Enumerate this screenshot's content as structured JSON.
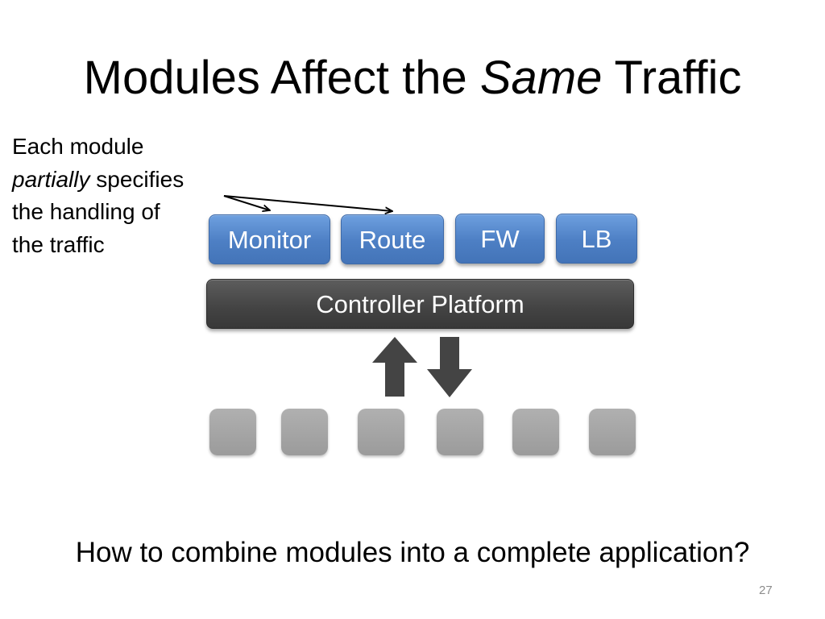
{
  "slide": {
    "title": {
      "before": "Modules Affect the ",
      "emphasis": "Same",
      "after": " Traffic"
    },
    "callout": {
      "line1": "Each module",
      "line2_emphasis": "partially",
      "line2_rest": " specifies",
      "line3": "the handling of",
      "line4": "the traffic"
    },
    "modules": [
      "Monitor",
      "Route",
      "FW",
      "LB"
    ],
    "controller": "Controller Platform",
    "question": "How to combine modules into a complete application?",
    "page_number": "27"
  },
  "colors": {
    "module_blue": "#4f81c7",
    "controller_dark": "#444444",
    "switch_gray": "#a3a3a3",
    "arrow_dark": "#444444"
  }
}
